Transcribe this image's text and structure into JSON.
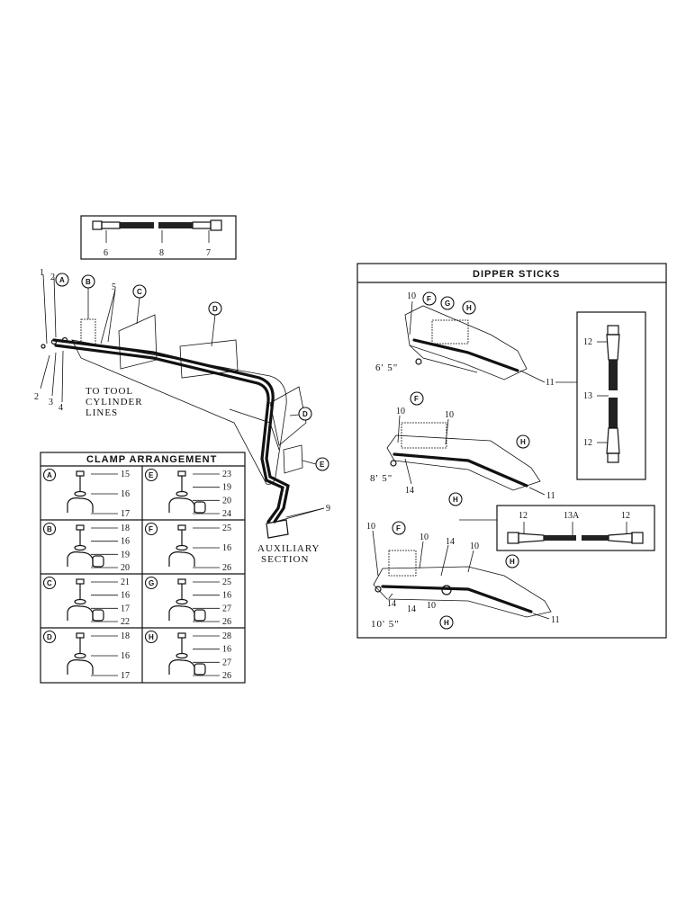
{
  "callouts": {
    "top_hose": [
      "6",
      "8",
      "7"
    ],
    "boom_left": [
      "1",
      "2",
      "5",
      "2",
      "3",
      "4"
    ],
    "fitting": "9"
  },
  "circle_labels": {
    "boom": [
      "A",
      "B",
      "C",
      "D",
      "D",
      "E"
    ]
  },
  "boom_text": {
    "tool_lines": [
      "TO TOOL",
      "CYLINDER",
      "LINES"
    ],
    "auxiliary": [
      "AUXILIARY",
      "SECTION"
    ]
  },
  "clamp": {
    "title": "CLAMP ARRANGEMENT",
    "cells": [
      {
        "letter": "A",
        "nums": [
          "15",
          "16",
          "17"
        ]
      },
      {
        "letter": "E",
        "nums": [
          "23",
          "19",
          "20",
          "24"
        ]
      },
      {
        "letter": "B",
        "nums": [
          "18",
          "16",
          "19",
          "20"
        ]
      },
      {
        "letter": "F",
        "nums": [
          "25",
          "16",
          "26"
        ]
      },
      {
        "letter": "C",
        "nums": [
          "21",
          "16",
          "17",
          "22"
        ]
      },
      {
        "letter": "G",
        "nums": [
          "25",
          "16",
          "27",
          "26"
        ]
      },
      {
        "letter": "D",
        "nums": [
          "18",
          "16",
          "17"
        ]
      },
      {
        "letter": "H",
        "nums": [
          "28",
          "16",
          "27",
          "26"
        ]
      }
    ]
  },
  "dipper": {
    "title": "DIPPER STICKS",
    "sizes": [
      "6' 5\"",
      "8' 5\"",
      "10' 5\""
    ],
    "callouts_a": [
      "10",
      "11"
    ],
    "callouts_b": [
      "10",
      "10",
      "14",
      "11"
    ],
    "callouts_c": [
      "10",
      "10",
      "14",
      "10",
      "14",
      "14",
      "10",
      "11"
    ],
    "circles_a": [
      "F",
      "G",
      "H"
    ],
    "circles_b": [
      "F",
      "H",
      "H"
    ],
    "circles_c": [
      "F",
      "H",
      "H"
    ],
    "vertical_hose": [
      "12",
      "13",
      "12"
    ],
    "horizontal_hose": [
      "12",
      "13A",
      "12"
    ]
  }
}
